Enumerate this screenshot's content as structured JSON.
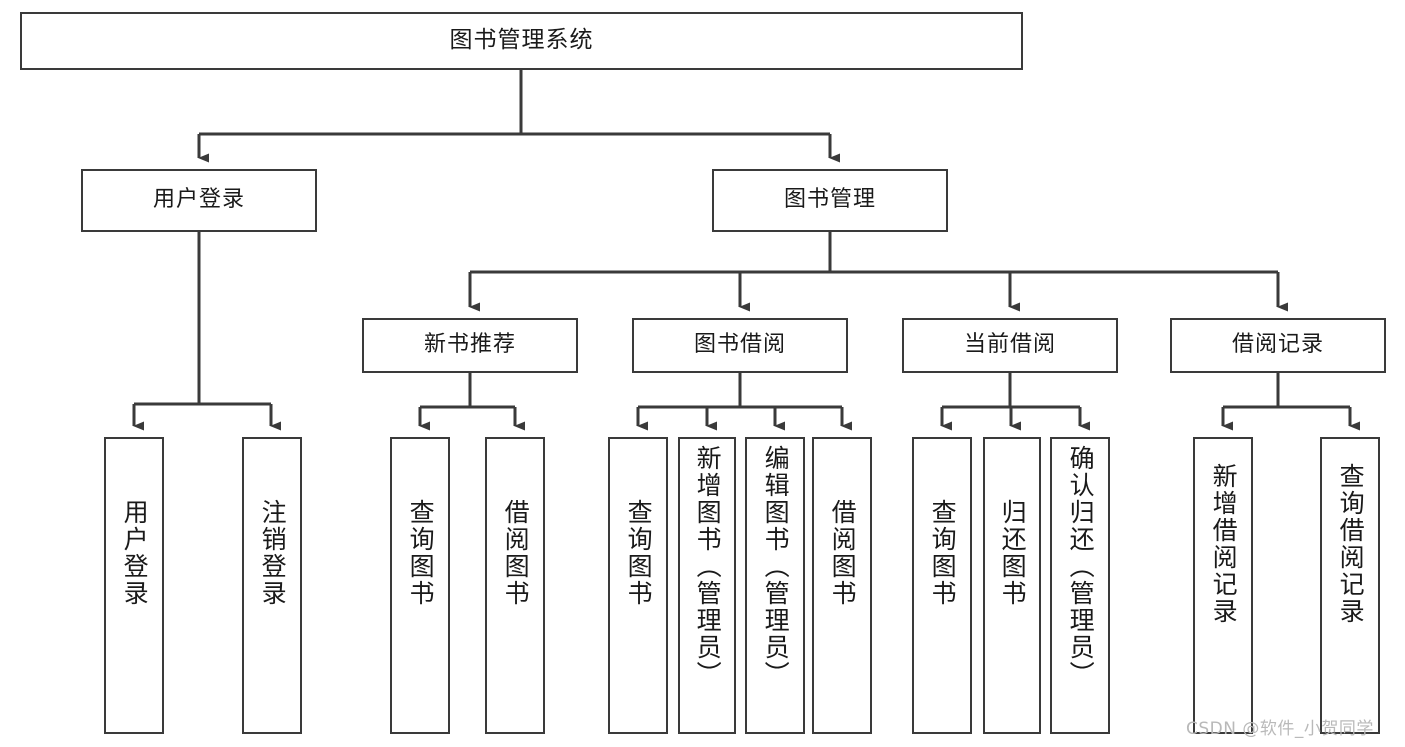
{
  "diagram": {
    "title": "图书管理系统",
    "type": "tree-hierarchy-chart",
    "watermark": "CSDN @软件_小贺同学",
    "colors": {
      "node_border": "#3a3a3a",
      "node_fill": "#ffffff",
      "connector": "#3a3a3a",
      "text": "#1a1a1a",
      "watermark": "#b9b9b9"
    },
    "levels": {
      "root": {
        "label": "图书管理系统"
      },
      "level2": [
        {
          "label": "用户登录"
        },
        {
          "label": "图书管理"
        }
      ],
      "level3": [
        {
          "label": "新书推荐"
        },
        {
          "label": "图书借阅"
        },
        {
          "label": "当前借阅"
        },
        {
          "label": "借阅记录"
        }
      ],
      "leaves": {
        "user_login": [
          {
            "label": "用户登录"
          },
          {
            "label": "注销登录"
          }
        ],
        "new_book_recommend": [
          {
            "label": "查询图书"
          },
          {
            "label": "借阅图书"
          }
        ],
        "book_borrow": [
          {
            "label": "查询图书"
          },
          {
            "label": "新增图书（管理员）"
          },
          {
            "label": "编辑图书（管理员）"
          },
          {
            "label": "借阅图书"
          }
        ],
        "current_borrow": [
          {
            "label": "查询图书"
          },
          {
            "label": "归还图书"
          },
          {
            "label": "确认归还（管理员）"
          }
        ],
        "borrow_record": [
          {
            "label": "新增借阅记录"
          },
          {
            "label": "查询借阅记录"
          }
        ]
      }
    }
  }
}
